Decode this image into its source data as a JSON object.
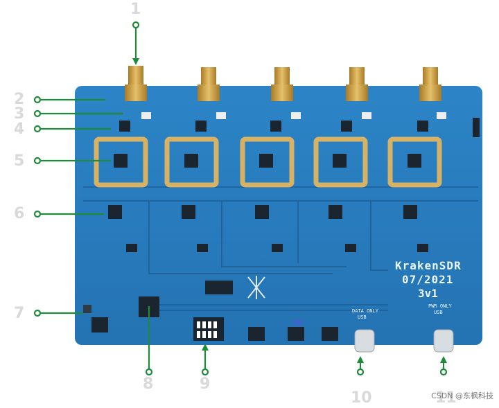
{
  "callouts": [
    "1",
    "2",
    "3",
    "4",
    "5",
    "6",
    "7",
    "8",
    "9",
    "10",
    "11"
  ],
  "board": {
    "title": "KrakenSDR",
    "date": "07/2021",
    "version": "3v1",
    "data_label": "DATA ONLY",
    "data_usb": "USB",
    "pwr_label": "PWR ONLY",
    "pwr_usb": "USB"
  },
  "watermark": "CSDN @东枫科技",
  "colors": {
    "pcb": "#2a7fc0",
    "pcb_dark": "#1f6aa6",
    "arrow": "#1f8a3b",
    "sma": "#c89a3a",
    "pad_frame": "#d7b265"
  }
}
